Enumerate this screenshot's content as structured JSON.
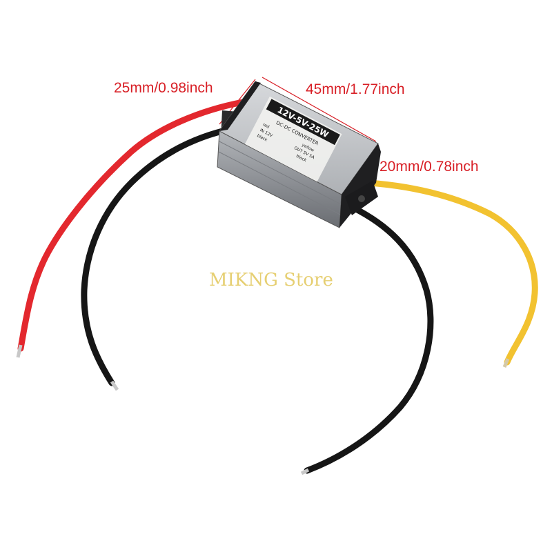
{
  "dimensions": {
    "depth": "25mm/0.98inch",
    "length": "45mm/1.77inch",
    "height": "20mm/0.78inch"
  },
  "product_label": {
    "title": "12V-5V-25W",
    "subtitle": "DC-DC  CONVERTER",
    "input_line_1": "red",
    "input_line_2": "IN 12V",
    "input_line_3": "black",
    "output_line_1": "yellow",
    "output_line_2": "OUT 5V 5A",
    "output_line_3": "black"
  },
  "watermark": "MIKNG Store",
  "colors": {
    "dimension_text": "#d81f26",
    "watermark": "#e2c75a",
    "wire_red": "#e3282e",
    "wire_black": "#161616",
    "wire_yellow": "#f2c230",
    "housing_silver": "#c9ccd0"
  }
}
